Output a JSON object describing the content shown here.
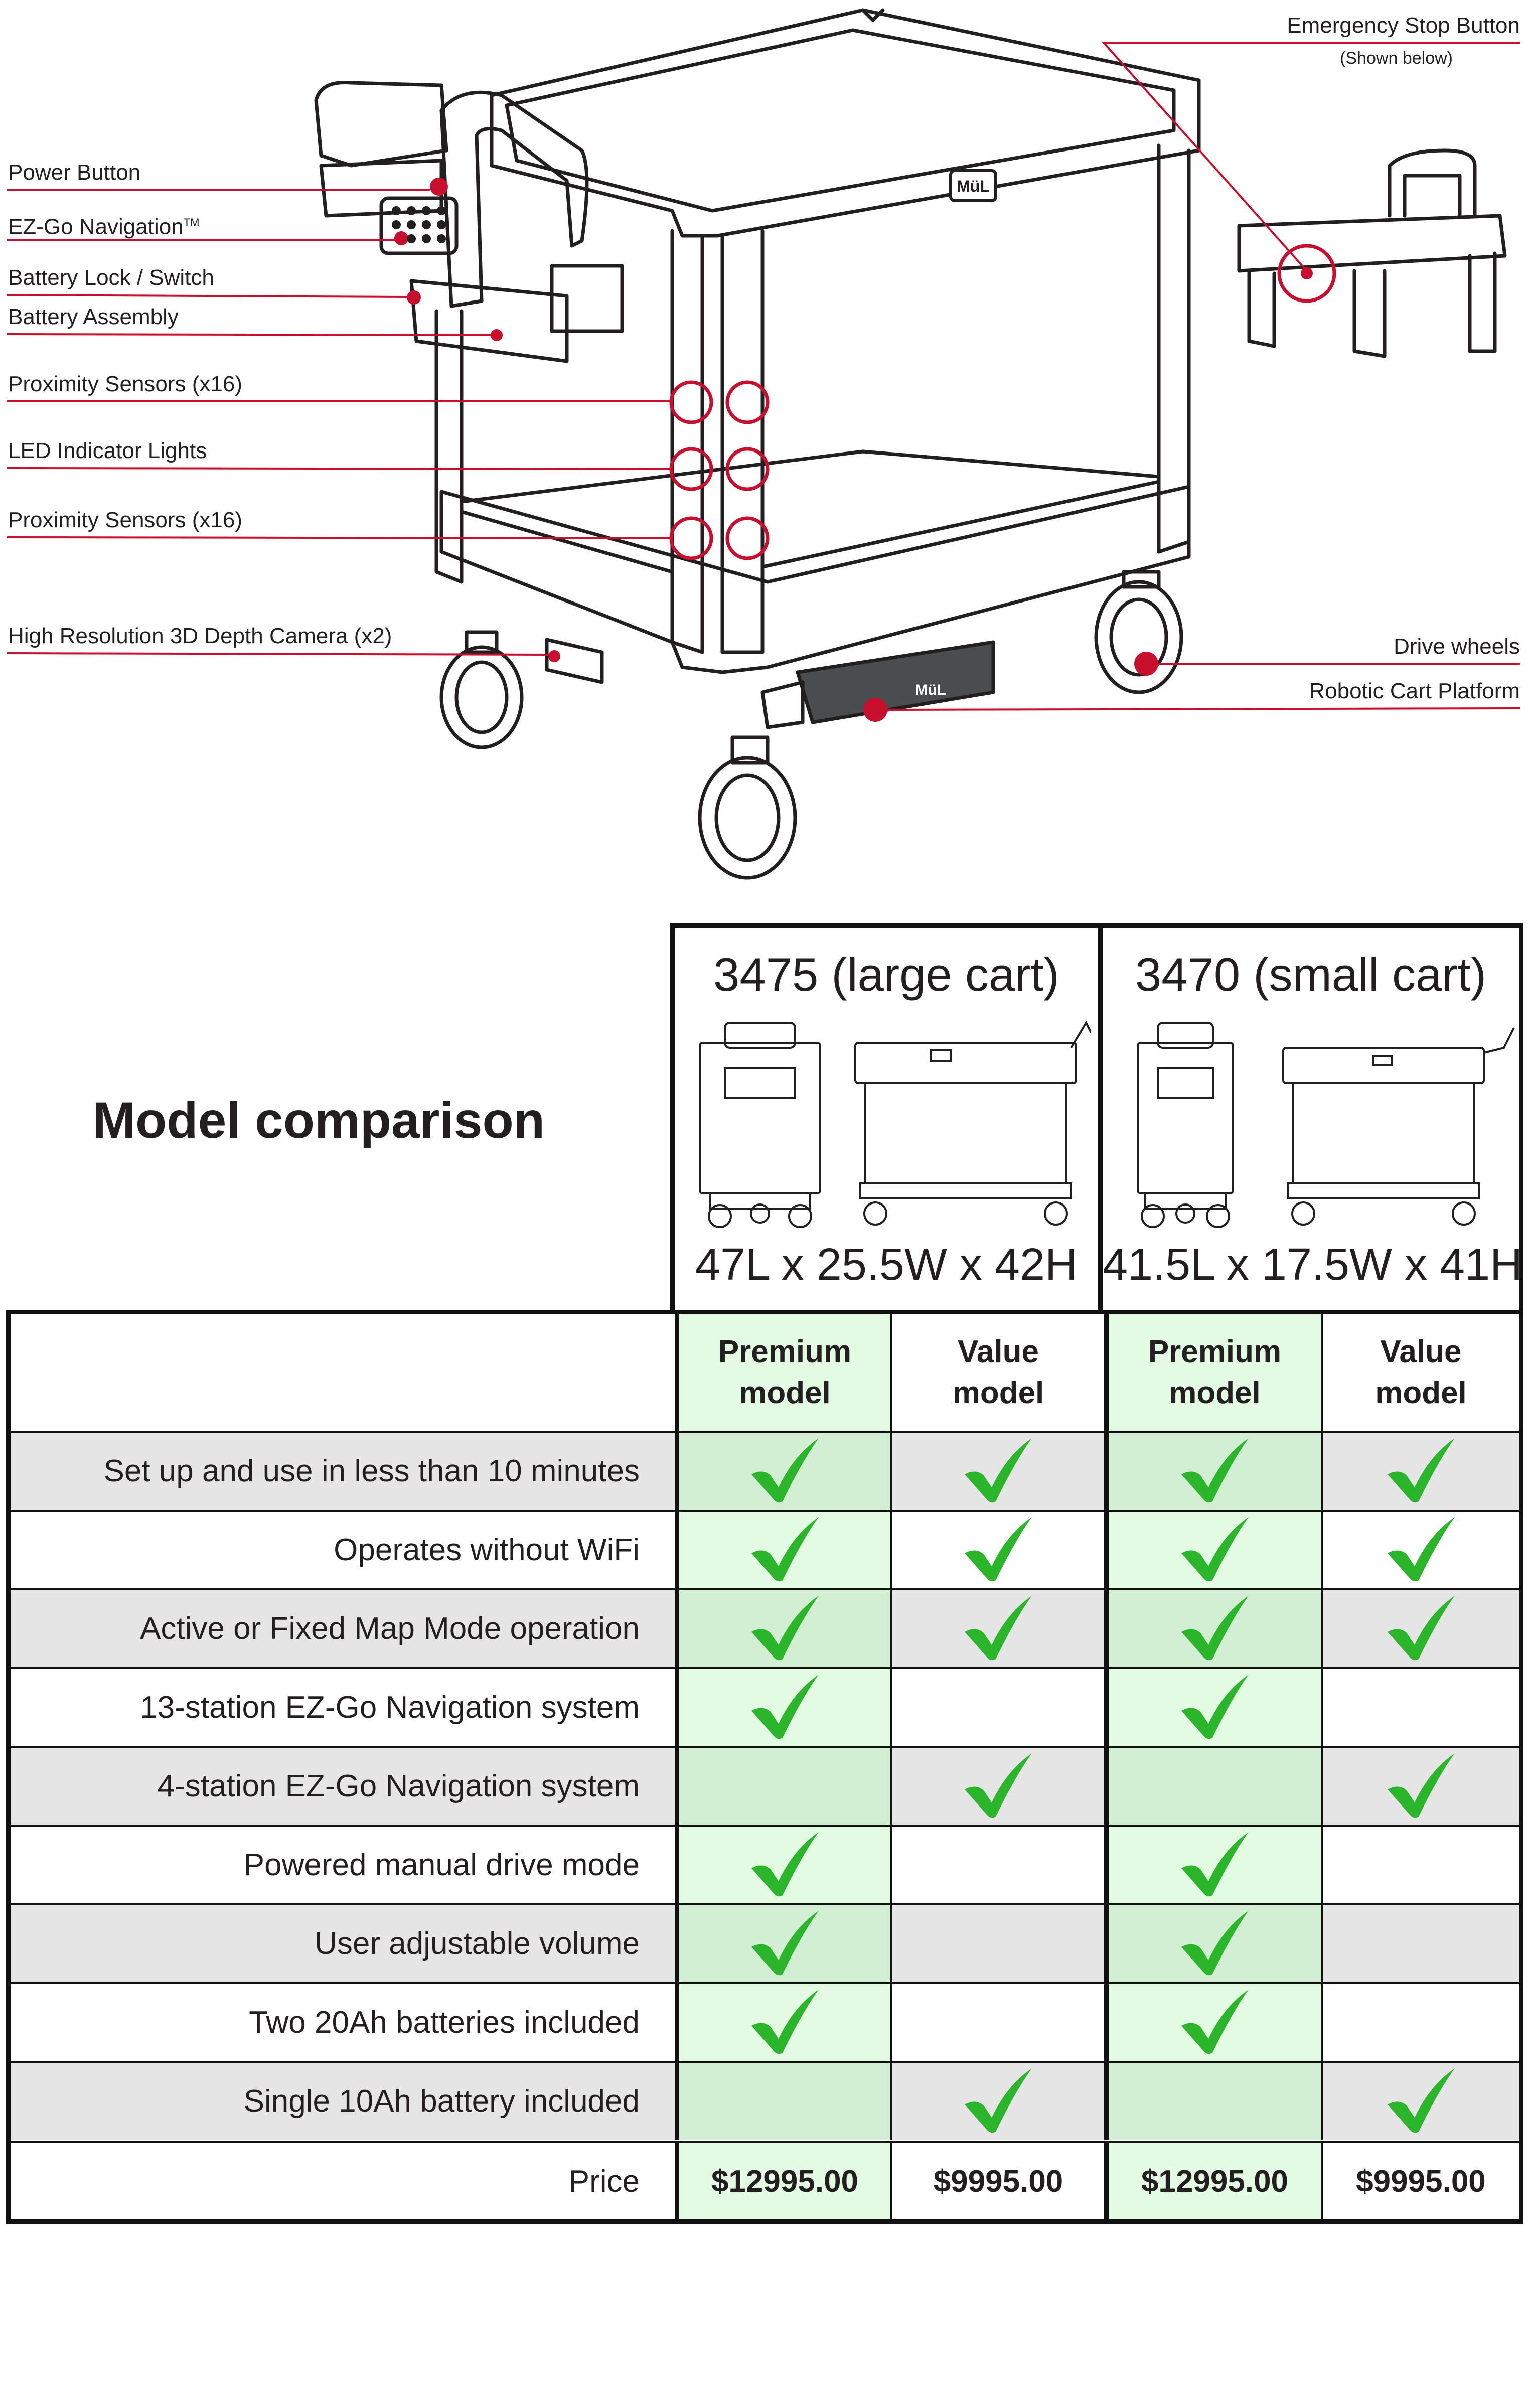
{
  "diagram": {
    "callouts_left": [
      {
        "label": "Power Button"
      },
      {
        "label": "EZ-Go Navigation",
        "mark": "TM"
      },
      {
        "label": "Battery Lock / Switch"
      },
      {
        "label": "Battery Assembly"
      },
      {
        "label": "Proximity Sensors (x16)"
      },
      {
        "label": "LED Indicator Lights"
      },
      {
        "label": "Proximity Sensors (x16)"
      },
      {
        "label": "High Resolution 3D Depth Camera (x2)"
      }
    ],
    "callouts_right": [
      {
        "label": "Emergency Stop Button",
        "note": "(Shown below)"
      },
      {
        "label": "Drive wheels"
      },
      {
        "label": "Robotic Cart Platform"
      }
    ],
    "logo_text": "MüL"
  },
  "comparison": {
    "heading": "Model comparison",
    "models": [
      {
        "title": "3475 (large cart)",
        "dims": "47L x 25.5W x 42H"
      },
      {
        "title": "3470 (small cart)",
        "dims": "41.5L x 17.5W x 41H"
      }
    ],
    "columns": [
      {
        "line1": "Premium",
        "line2": "model"
      },
      {
        "line1": "Value",
        "line2": "model"
      },
      {
        "line1": "Premium",
        "line2": "model"
      },
      {
        "line1": "Value",
        "line2": "model"
      }
    ],
    "features": [
      {
        "label": "Set up and use in less than 10 minutes",
        "checks": [
          true,
          true,
          true,
          true
        ]
      },
      {
        "label": "Operates without WiFi",
        "checks": [
          true,
          true,
          true,
          true
        ]
      },
      {
        "label": "Active or Fixed Map Mode operation",
        "checks": [
          true,
          true,
          true,
          true
        ]
      },
      {
        "label": "13-station EZ-Go Navigation system",
        "checks": [
          true,
          false,
          true,
          false
        ]
      },
      {
        "label": "4-station EZ-Go Navigation system",
        "checks": [
          false,
          true,
          false,
          true
        ]
      },
      {
        "label": "Powered manual drive mode",
        "checks": [
          true,
          false,
          true,
          false
        ]
      },
      {
        "label": "User adjustable volume",
        "checks": [
          true,
          false,
          true,
          false
        ]
      },
      {
        "label": "Two 20Ah batteries included",
        "checks": [
          true,
          false,
          true,
          false
        ]
      },
      {
        "label": "Single 10Ah battery included",
        "checks": [
          false,
          true,
          false,
          true
        ]
      }
    ],
    "price_row": {
      "label": "Price",
      "values": [
        "$12995.00",
        "$9995.00",
        "$12995.00",
        "$9995.00"
      ]
    },
    "colors": {
      "check_green": "#2bb52b",
      "premium_bg": "#e3fbe3",
      "stripe_gray": "#e5e5e5",
      "callout_red": "#c8102e"
    }
  }
}
